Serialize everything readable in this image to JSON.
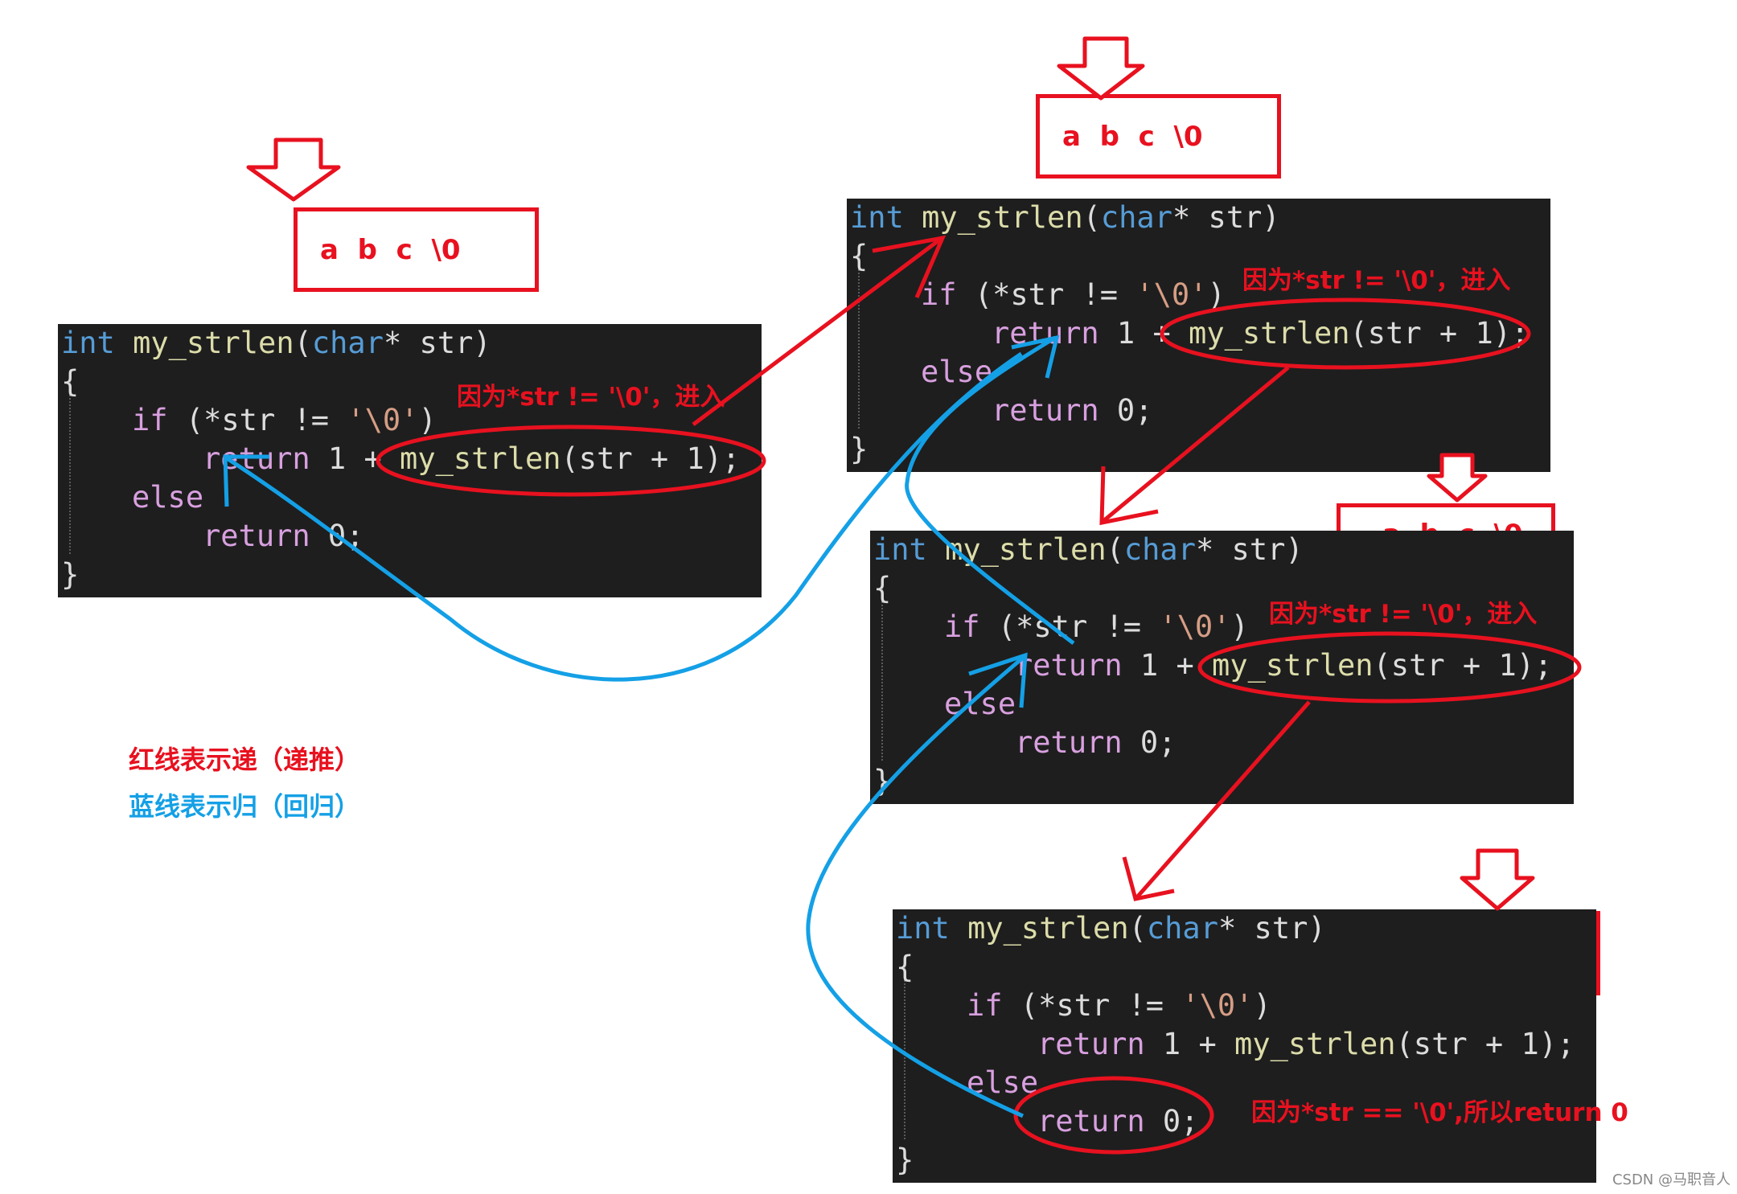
{
  "buffer_label": "a  b  c  \\0",
  "code_lines": {
    "signature": [
      "int",
      " ",
      "my_strlen",
      "(",
      "char",
      "*",
      " str)"
    ],
    "open_brace": "{",
    "if_kw": "if",
    "if_rest": " (*str != ",
    "if_str": "'\\0'",
    "if_close": ")",
    "return_kw": "return",
    "return_rest": " 1 + ",
    "return_call": "my_strlen",
    "return_args": "(str + 1);",
    "else_kw": "else",
    "return0_kw": "return",
    "return0_rest": " 0;",
    "close_brace": "}"
  },
  "annotations": {
    "enter": "因为*str != '\\0'，进入",
    "final": "因为*str == '\\0',所以return 0"
  },
  "legend": {
    "red": "红线表示递（递推）",
    "blue": "蓝线表示归（回归）"
  },
  "colors": {
    "red": "#e8111f",
    "blue": "#14a0e6",
    "code_bg": "#1e1e1e"
  },
  "watermark": "CSDN @马职音人"
}
